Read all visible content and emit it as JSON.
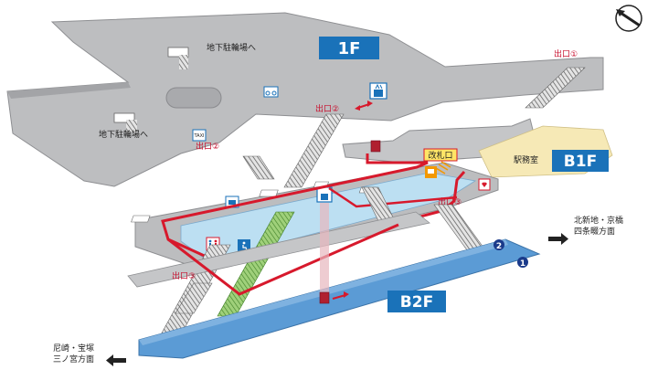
{
  "floors": {
    "f1": "1F",
    "b1f": "B1F",
    "b2f": "B2F"
  },
  "labels": {
    "bike_parking_top": "地下駐輪場へ",
    "bike_parking_left": "地下駐輪場へ",
    "exit1": "出口①",
    "exit2_top": "出口②",
    "exit2_left": "出口②",
    "exit3_b1": "出口③",
    "exit3_b2": "出口③",
    "ticket_gate": "改札口",
    "station_office": "駅務室"
  },
  "directions": {
    "east_line1": "北新地・京橋",
    "east_line2": "四条畷方面",
    "west_line1": "尼崎・宝塚",
    "west_line2": "三ノ宮方面"
  },
  "tracks": {
    "track1": "1",
    "track2": "2"
  },
  "icons": {
    "aed": "AED",
    "taxi": "TAXI"
  },
  "colors": {
    "floor_blue": "#1a72b9",
    "platform_blue": "#5b9bd5",
    "concourse_blue": "#bcdff2",
    "route_red": "#d7192c",
    "structure_gray": "#b4b4b6",
    "office_cream": "#f6e9b6",
    "escalator_green": "#7ab648"
  }
}
